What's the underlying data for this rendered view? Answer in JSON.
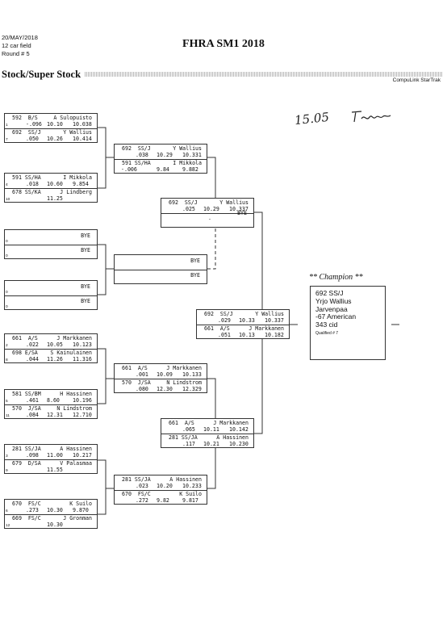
{
  "header": {
    "date": "20/MAY/2018",
    "field": "12 car field",
    "round": "Round # 5",
    "title": "FHRA SM1 2018",
    "subtitle": "Stock/Super Stock",
    "vendor": "CompuLink StarTrak",
    "handwritten_note": "15.05"
  },
  "boxes": [
    {
      "id": "r1m1",
      "top": {
        "seed": "1",
        "a": "592  B/S",
        "b": "A Sulopuisto",
        "c": "-.096",
        "d": "10.10",
        "e": "10.038"
      },
      "bot": {
        "seed": "7",
        "a": "692  SS/J",
        "b": "Y Wallius",
        "c": ".050",
        "d": "10.26",
        "e": "10.414"
      }
    },
    {
      "id": "r1m2",
      "top": {
        "seed": "4",
        "a": "591 SS/HA",
        "b": "I Mikkola",
        "c": ".018",
        "d": "10.60",
        "e": "9.854"
      },
      "bot": {
        "seed": "10",
        "a": "678 SS/KA",
        "b": "J Lindberg",
        "c": "",
        "d": "11.25",
        "e": ""
      }
    },
    {
      "id": "r1m3",
      "top": {
        "seed": "0",
        "bye": "BYE"
      },
      "bot": {
        "seed": "0",
        "bye": "BYE"
      }
    },
    {
      "id": "r1m4",
      "top": {
        "seed": "0",
        "bye": "BYE"
      },
      "bot": {
        "seed": "0",
        "bye": "BYE"
      }
    },
    {
      "id": "r1m5",
      "top": {
        "seed": "2",
        "a": "661  A/S",
        "b": "J Markkanen",
        "c": ".022",
        "d": "10.05",
        "e": "10.123"
      },
      "bot": {
        "seed": "8",
        "a": "698 E/SA",
        "b": "S Kainulainen",
        "c": ".044",
        "d": "11.26",
        "e": "11.316"
      }
    },
    {
      "id": "r1m6",
      "top": {
        "seed": "5",
        "a": "581 SS/BM",
        "b": "H Hassinen",
        "c": ".461",
        "d": "8.60",
        "e": "10.196"
      },
      "bot": {
        "seed": "11",
        "a": "570  J/SA",
        "b": "N Lindstrom",
        "c": ".084",
        "d": "12.31",
        "e": "12.710"
      }
    },
    {
      "id": "r1m7",
      "top": {
        "seed": "3",
        "a": "281 SS/JA",
        "b": "A Hassinen",
        "c": ".098",
        "d": "11.00",
        "e": "10.217"
      },
      "bot": {
        "seed": "9",
        "a": "679  D/SA",
        "b": "V Palasmaa",
        "c": "",
        "d": "11.55",
        "e": ""
      }
    },
    {
      "id": "r1m8",
      "top": {
        "seed": "6",
        "a": "670  FS/C",
        "b": "K Suilo",
        "c": ".273",
        "d": "10.30",
        "e": "9.870"
      },
      "bot": {
        "seed": "12",
        "a": "669  FS/C",
        "b": "J Gronman",
        "c": "",
        "d": "10.30",
        "e": ""
      }
    },
    {
      "id": "r2m1",
      "top": {
        "a": "692  SS/J",
        "b": "Y Wallius",
        "c": ".038",
        "d": "10.29",
        "e": "10.331"
      },
      "bot": {
        "a": "591 SS/HA",
        "b": "I Mikkola",
        "c": "-.006",
        "d": "9.84",
        "e": "9.882"
      }
    },
    {
      "id": "r2m2",
      "top": {
        "bye": "BYE"
      },
      "bot": {
        "bye": "BYE"
      }
    },
    {
      "id": "r2m3",
      "top": {
        "a": "661  A/S",
        "b": "J Markkanen",
        "c": ".001",
        "d": "10.09",
        "e": "10.133"
      },
      "bot": {
        "a": "570  J/SA",
        "b": "N Lindstrom",
        "c": ".080",
        "d": "12.30",
        "e": "12.329"
      }
    },
    {
      "id": "r2m4",
      "top": {
        "a": "281 SS/JA",
        "b": "A Hassinen",
        "c": ".023",
        "d": "10.20",
        "e": "10.233"
      },
      "bot": {
        "a": "670  FS/C",
        "b": "K Suilo",
        "c": ".272",
        "d": "9.82",
        "e": "9.817"
      }
    },
    {
      "id": "r3m1",
      "top": {
        "a": "692  SS/J",
        "b": "Y Wallius",
        "c": ".025",
        "d": "10.29",
        "e": "10.337"
      },
      "bot": {
        "bye": "BYE",
        "mark": "."
      }
    },
    {
      "id": "r3m2",
      "top": {
        "a": "661  A/S",
        "b": "J Markkanen",
        "c": ".065",
        "d": "10.11",
        "e": "10.142"
      },
      "bot": {
        "a": "281 SS/JA",
        "b": "A Hassinen",
        "c": ".117",
        "d": "10.21",
        "e": "10.230"
      }
    },
    {
      "id": "final",
      "top": {
        "a": "692  SS/J",
        "b": "Y Wallius",
        "c": ".029",
        "d": "10.33",
        "e": "10.337"
      },
      "bot": {
        "a": "661  A/S",
        "b": "J Markkanen",
        "c": ".051",
        "d": "10.13",
        "e": "10.182"
      }
    }
  ],
  "champion": {
    "title": "** Champion **",
    "line1": "692   SS/J",
    "line2": "Yrjo Wallius",
    "line3": "Jarvenpaa",
    "line4": "-67 American",
    "line5": "343 cid",
    "qualified": "Qualified # 7"
  }
}
